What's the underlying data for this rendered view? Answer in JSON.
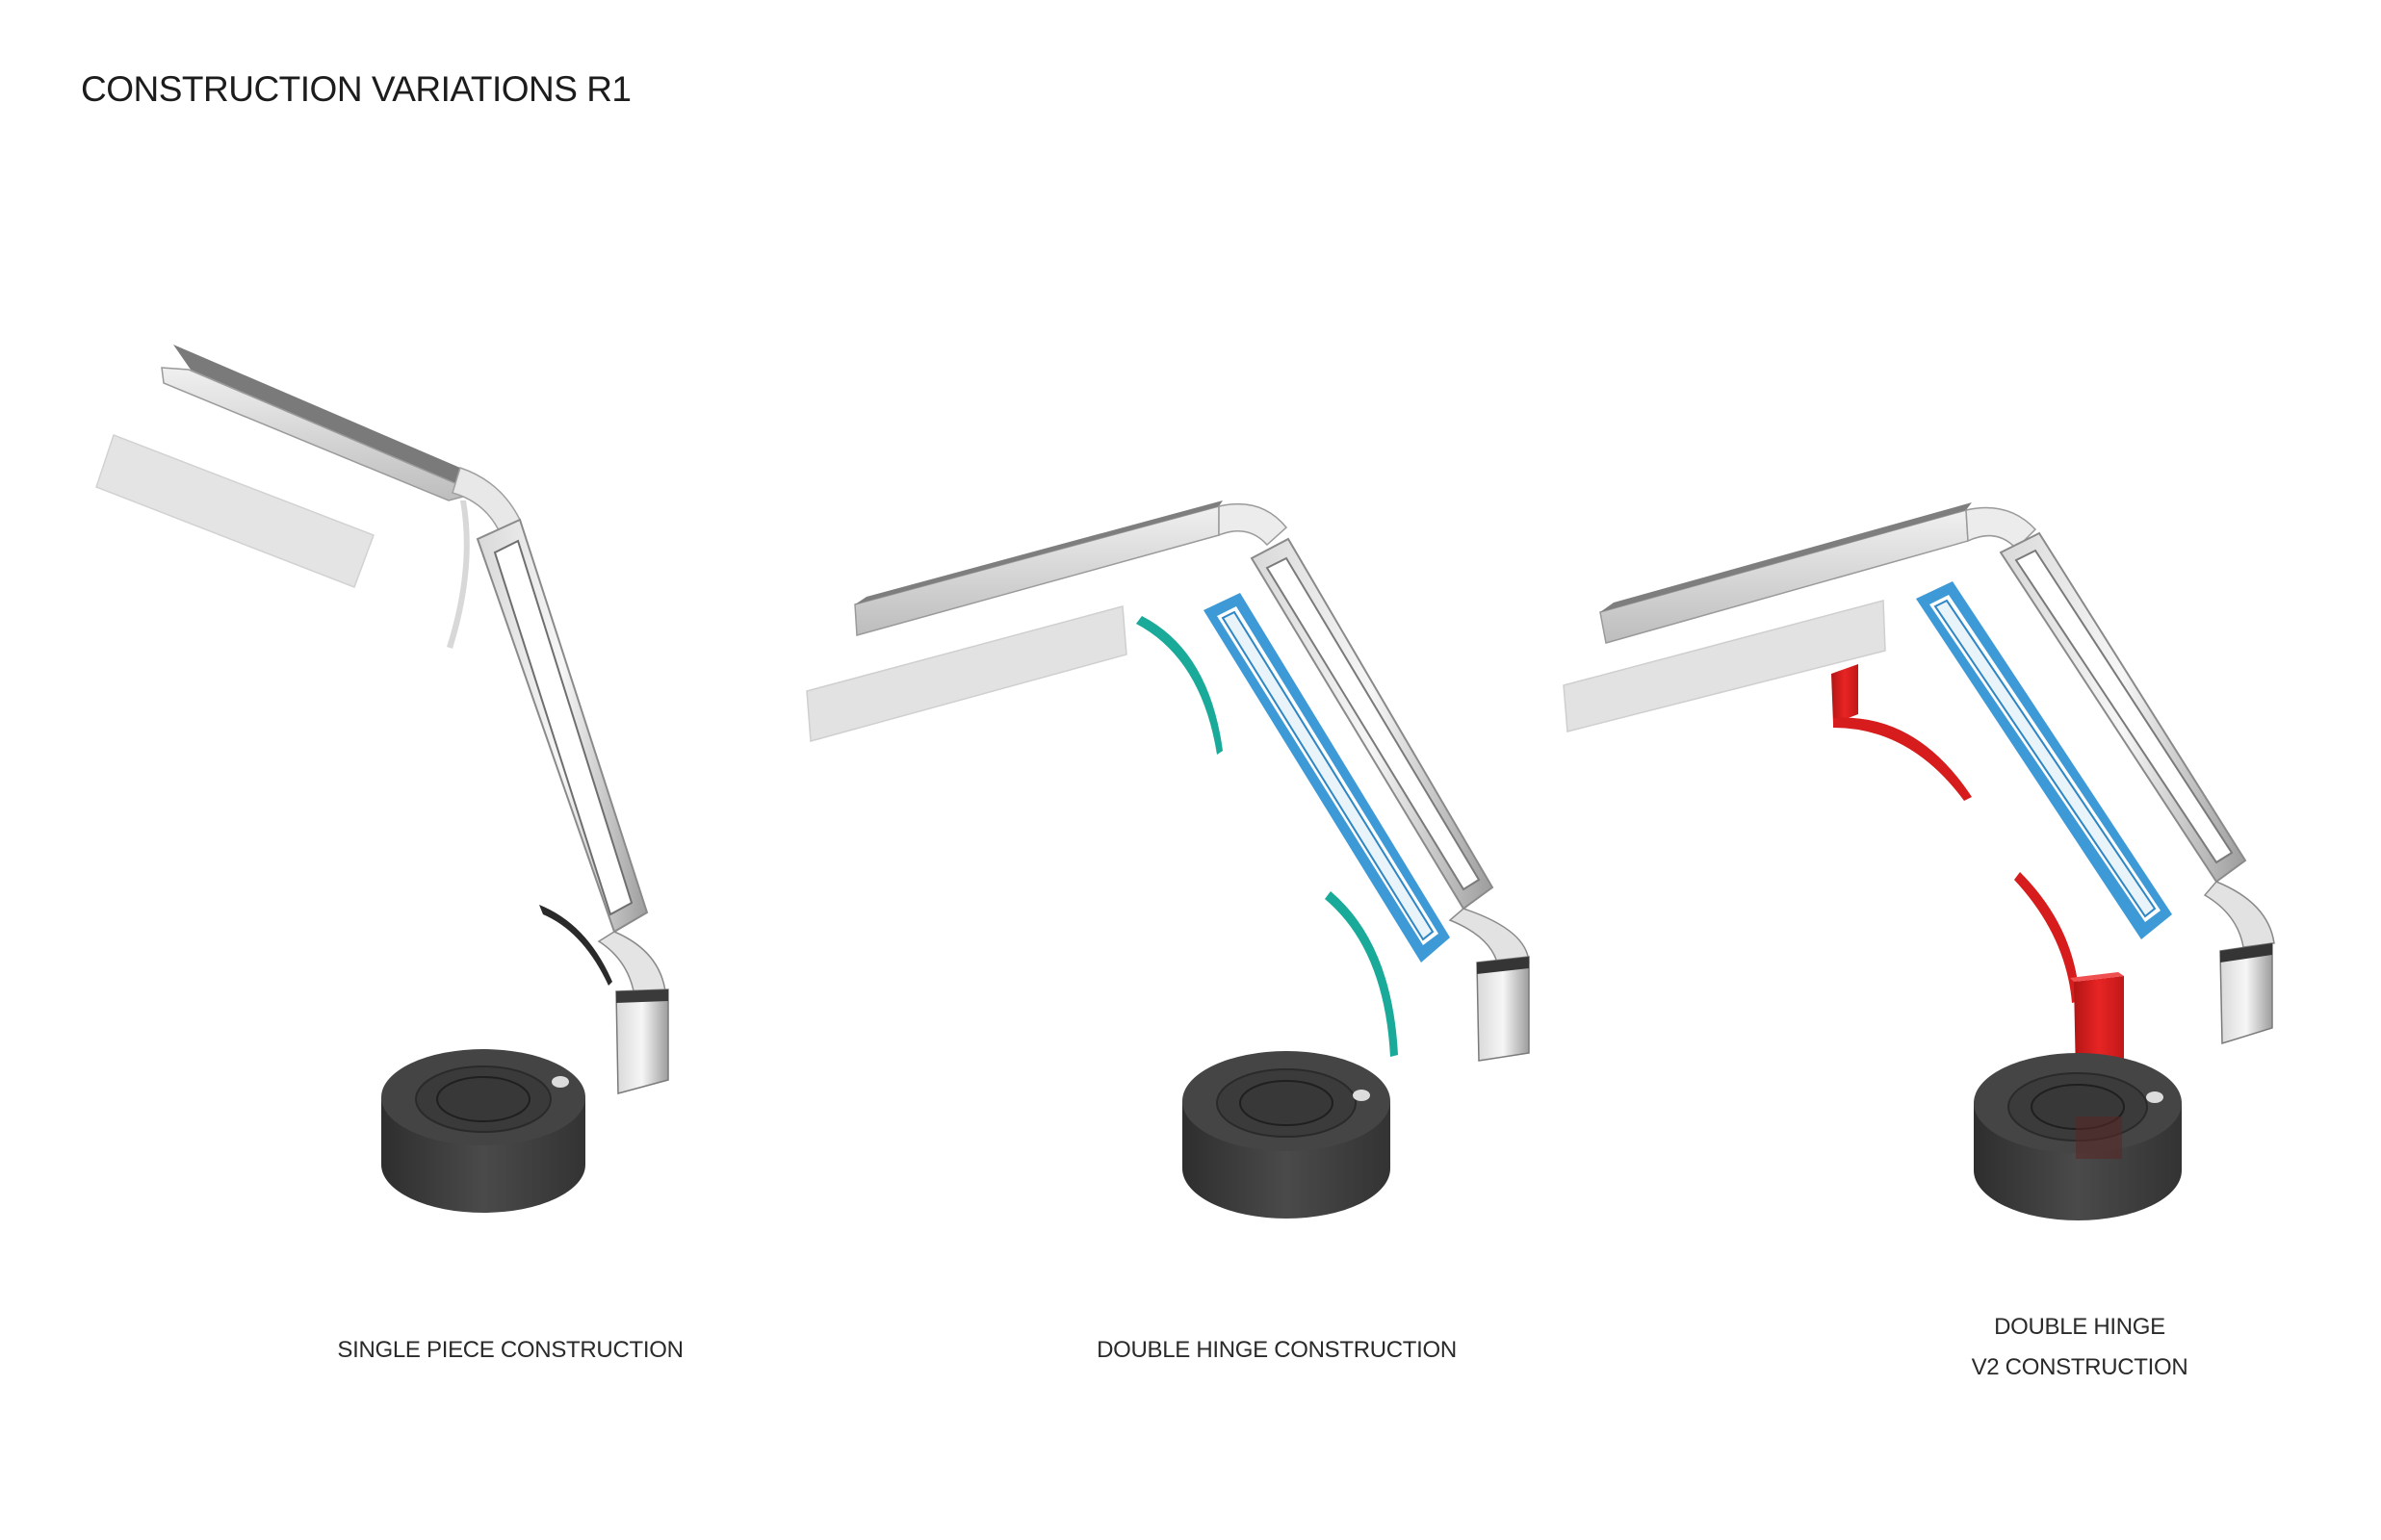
{
  "title": "CONSTRUCTION VARIATIONS R1",
  "variants": [
    {
      "caption_lines": [
        "SINGLE PIECE CONSTRUCTION"
      ]
    },
    {
      "caption_lines": [
        "DOUBLE HINGE CONSTRUCTION"
      ]
    },
    {
      "caption_lines": [
        "DOUBLE HINGE",
        "V2 CONSTRUCTION"
      ]
    }
  ],
  "colors": {
    "metal_light": "#e6e6e6",
    "metal_mid": "#c4c4c4",
    "metal_dark": "#6f6f6f",
    "base": "#3c3c3c",
    "base_top": "#4a4a4a",
    "indicator": "#d8d8d8",
    "hinge_teal": "#1aaa9a",
    "frame_blue": "#3d9ad6",
    "hinge_red": "#e01e1e"
  },
  "icons": [
    "lamp-single-piece",
    "lamp-double-hinge",
    "lamp-double-hinge-v2"
  ]
}
